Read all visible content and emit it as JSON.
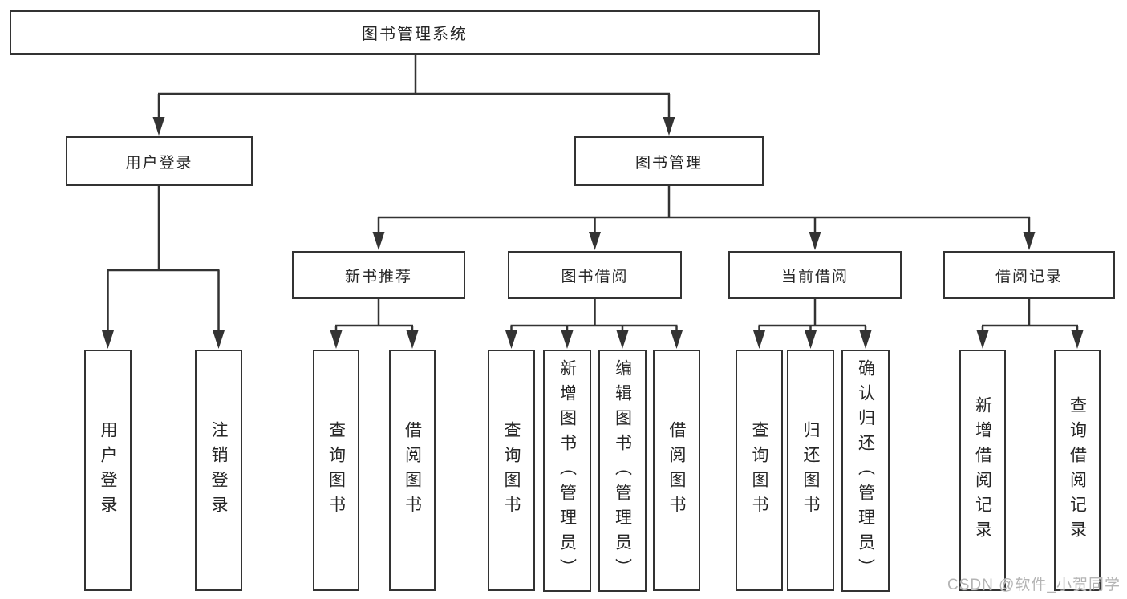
{
  "tree": {
    "label": "图书管理系统",
    "children": [
      {
        "label": "用户登录",
        "children": [
          {
            "label": "用户登录"
          },
          {
            "label": "注销登录"
          }
        ]
      },
      {
        "label": "图书管理",
        "children": [
          {
            "label": "新书推荐",
            "children": [
              {
                "label": "查询图书"
              },
              {
                "label": "借阅图书"
              }
            ]
          },
          {
            "label": "图书借阅",
            "children": [
              {
                "label": "查询图书"
              },
              {
                "label": "新增图书（管理员）"
              },
              {
                "label": "编辑图书（管理员）"
              },
              {
                "label": "借阅图书"
              }
            ]
          },
          {
            "label": "当前借阅",
            "children": [
              {
                "label": "查询图书"
              },
              {
                "label": "归还图书"
              },
              {
                "label": "确认归还（管理员）"
              }
            ]
          },
          {
            "label": "借阅记录",
            "children": [
              {
                "label": "新增借阅记录"
              },
              {
                "label": "查询借阅记录"
              }
            ]
          }
        ]
      }
    ]
  },
  "watermark": {
    "text": "CSDN @软件_小贺同学"
  },
  "colors": {
    "line": "#333333",
    "background": "#ffffff",
    "text": "#262626",
    "watermark": "#b4b4b4"
  }
}
